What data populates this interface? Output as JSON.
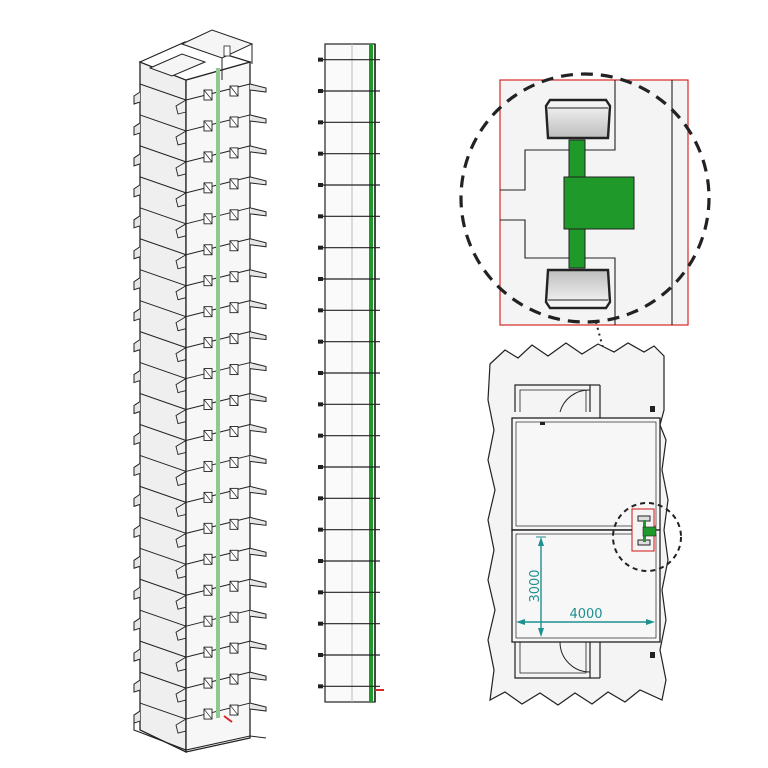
{
  "dimensions": {
    "height": "3000",
    "width": "4000"
  },
  "tower": {
    "floors": 21,
    "elevation_floors": 21
  },
  "colors": {
    "riser": "#1f9a2a",
    "riser_isometric": "#8fc98f",
    "highlight": "#d62828",
    "dimension": "#1f8f8f",
    "outline": "#222222",
    "panel_fill": "#f2f2f2"
  },
  "icons": {
    "window": "window-icon",
    "door_swing": "door-swing-icon",
    "detail_callout": "detail-callout-circle"
  }
}
